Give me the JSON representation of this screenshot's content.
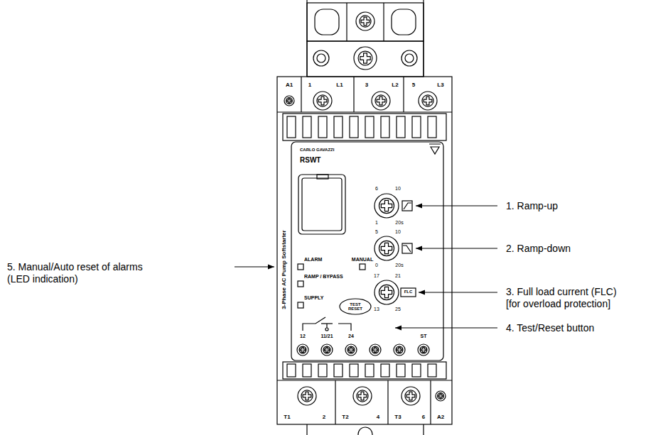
{
  "diagram": {
    "labels": [
      "1. Ramp-up",
      "2. Ramp-down",
      "3. Full load current (FLC) [for overload protection]",
      "4. Test/Reset button",
      "5. Manual/Auto reset of alarms (LED indication)",
      "A1",
      "1",
      "L1",
      "3",
      "L2",
      "5",
      "L3",
      "CARLO GAVAZZI",
      "RSWT",
      "6",
      "10",
      "1",
      "20s",
      "5",
      "10",
      "0",
      "20s",
      "17",
      "21",
      "13",
      "25",
      "FLC",
      "ALARM",
      "MANUAL",
      "RAMP / BYPASS",
      "SUPPLY",
      "TEST RESET",
      "3-Phase AC Pump Softstarter",
      "12",
      "11/21",
      "24",
      "ST",
      "T1",
      "2",
      "T2",
      "4",
      "T3",
      "6",
      "A2"
    ]
  }
}
